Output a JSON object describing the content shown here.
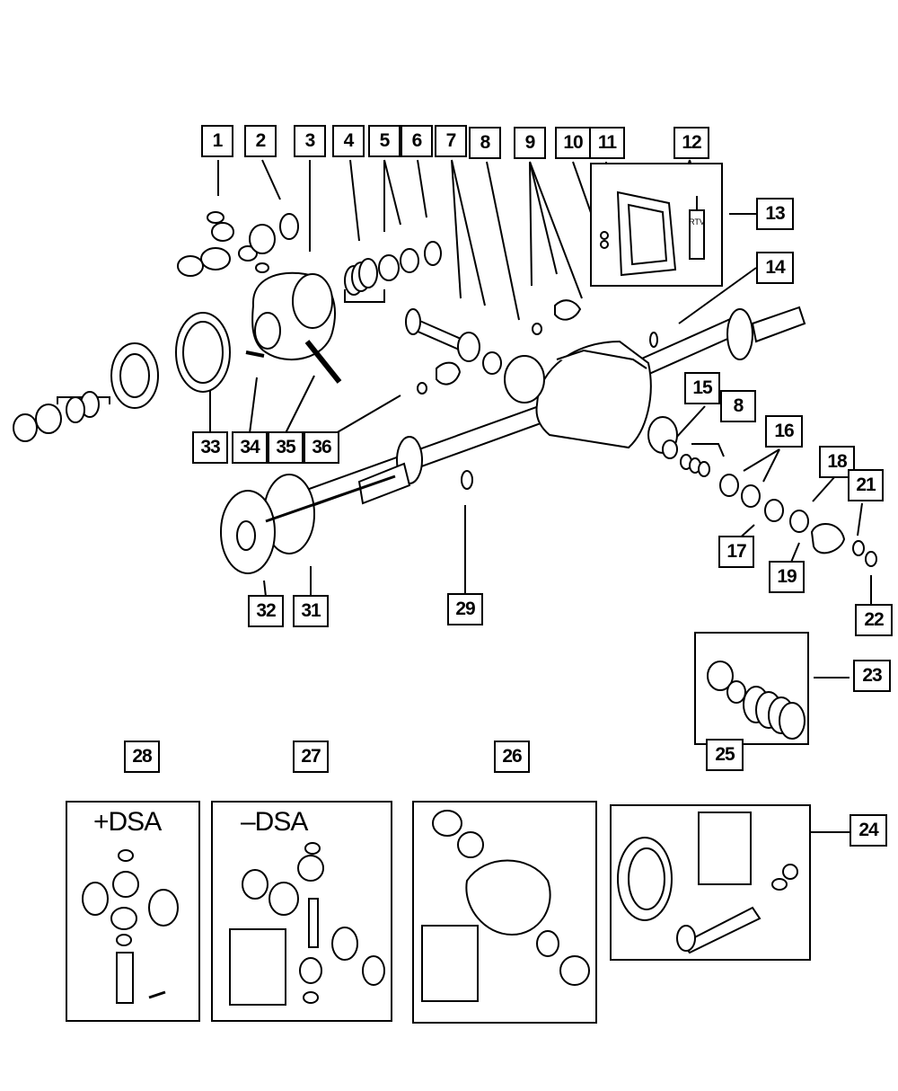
{
  "callouts": [
    {
      "id": "1",
      "label": "1"
    },
    {
      "id": "2",
      "label": "2"
    },
    {
      "id": "3",
      "label": "3"
    },
    {
      "id": "4",
      "label": "4"
    },
    {
      "id": "5",
      "label": "5"
    },
    {
      "id": "6",
      "label": "6"
    },
    {
      "id": "7",
      "label": "7"
    },
    {
      "id": "8a",
      "label": "8"
    },
    {
      "id": "9",
      "label": "9"
    },
    {
      "id": "10",
      "label": "10"
    },
    {
      "id": "11",
      "label": "11"
    },
    {
      "id": "12",
      "label": "12"
    },
    {
      "id": "13",
      "label": "13"
    },
    {
      "id": "14",
      "label": "14"
    },
    {
      "id": "15",
      "label": "15"
    },
    {
      "id": "8b",
      "label": "8"
    },
    {
      "id": "16",
      "label": "16"
    },
    {
      "id": "17",
      "label": "17"
    },
    {
      "id": "18",
      "label": "18"
    },
    {
      "id": "19",
      "label": "19"
    },
    {
      "id": "21",
      "label": "21"
    },
    {
      "id": "22",
      "label": "22"
    },
    {
      "id": "23",
      "label": "23"
    },
    {
      "id": "24",
      "label": "24"
    },
    {
      "id": "25",
      "label": "25"
    },
    {
      "id": "26",
      "label": "26"
    },
    {
      "id": "27",
      "label": "27"
    },
    {
      "id": "28",
      "label": "28"
    },
    {
      "id": "29",
      "label": "29"
    },
    {
      "id": "31",
      "label": "31"
    },
    {
      "id": "32",
      "label": "32"
    },
    {
      "id": "33",
      "label": "33"
    },
    {
      "id": "34",
      "label": "34"
    },
    {
      "id": "35",
      "label": "35"
    },
    {
      "id": "36",
      "label": "36"
    }
  ],
  "panels": {
    "plus_dsa": {
      "caption": "+DSA"
    },
    "minus_dsa": {
      "caption": "–DSA"
    }
  },
  "tube_label": "RTV"
}
